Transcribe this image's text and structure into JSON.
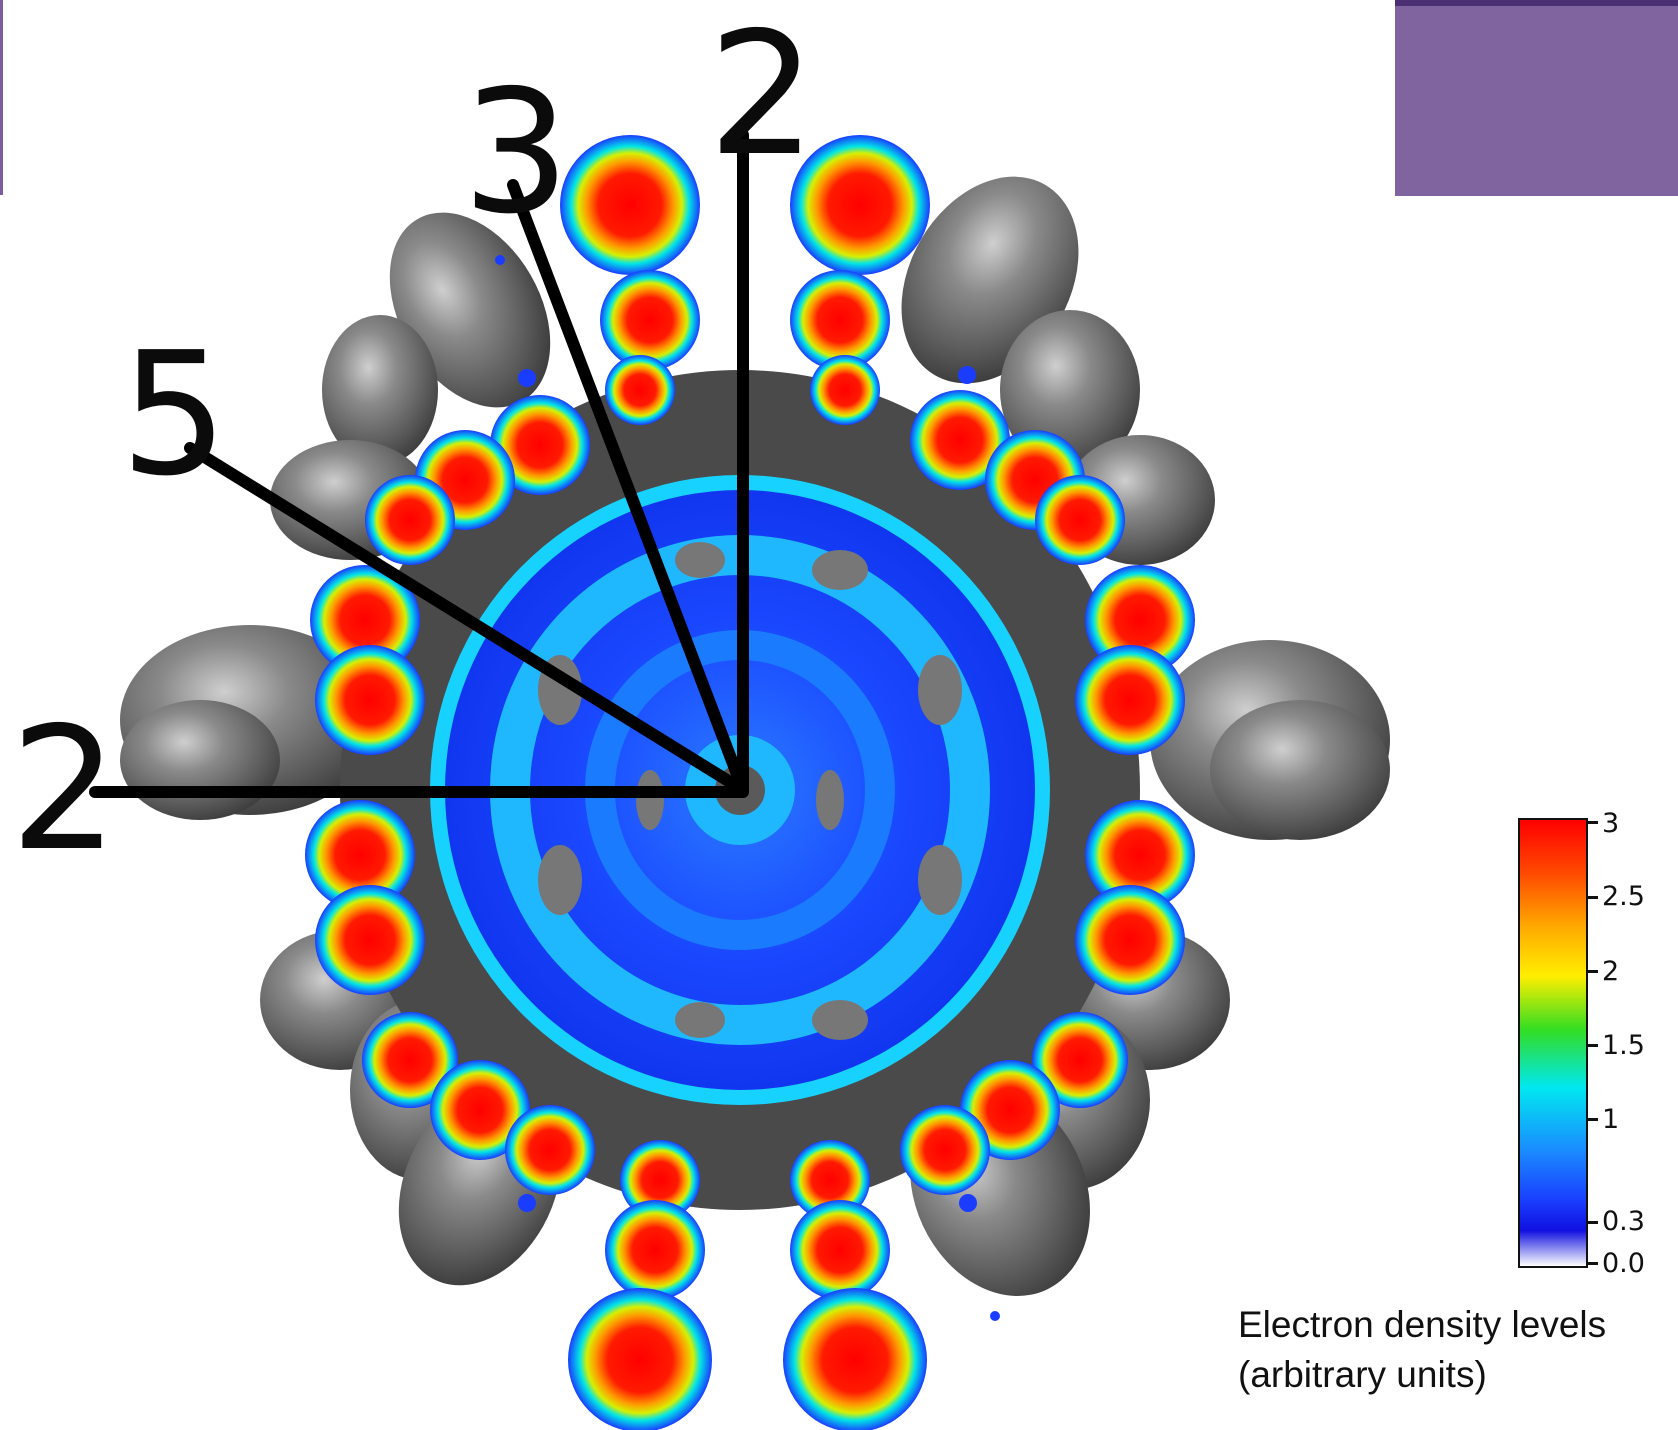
{
  "symmetry_labels": {
    "top_axis": "2",
    "threefold_axis": "3",
    "fivefold_axis": "5",
    "left_axis": "2"
  },
  "colorbar": {
    "ticks": [
      "3",
      "2.5",
      "2",
      "1.5",
      "1",
      "0.3",
      "0.0"
    ],
    "colors": {
      "high": "#ff0000",
      "upper": "#ff8800",
      "mid_high": "#ffee00",
      "mid": "#33dd22",
      "low_mid": "#00e8f0",
      "low": "#1a40ff",
      "lowest": "#1010e0",
      "zero": "#ffffff"
    }
  },
  "caption": {
    "line1": "Electron density levels",
    "line2": "(arbitrary units)"
  },
  "colors": {
    "frame_purple": "#7f64a0",
    "frame_border": "#4b2f74",
    "surface_gray": "#5f5f5f",
    "axis_line": "#000000"
  }
}
